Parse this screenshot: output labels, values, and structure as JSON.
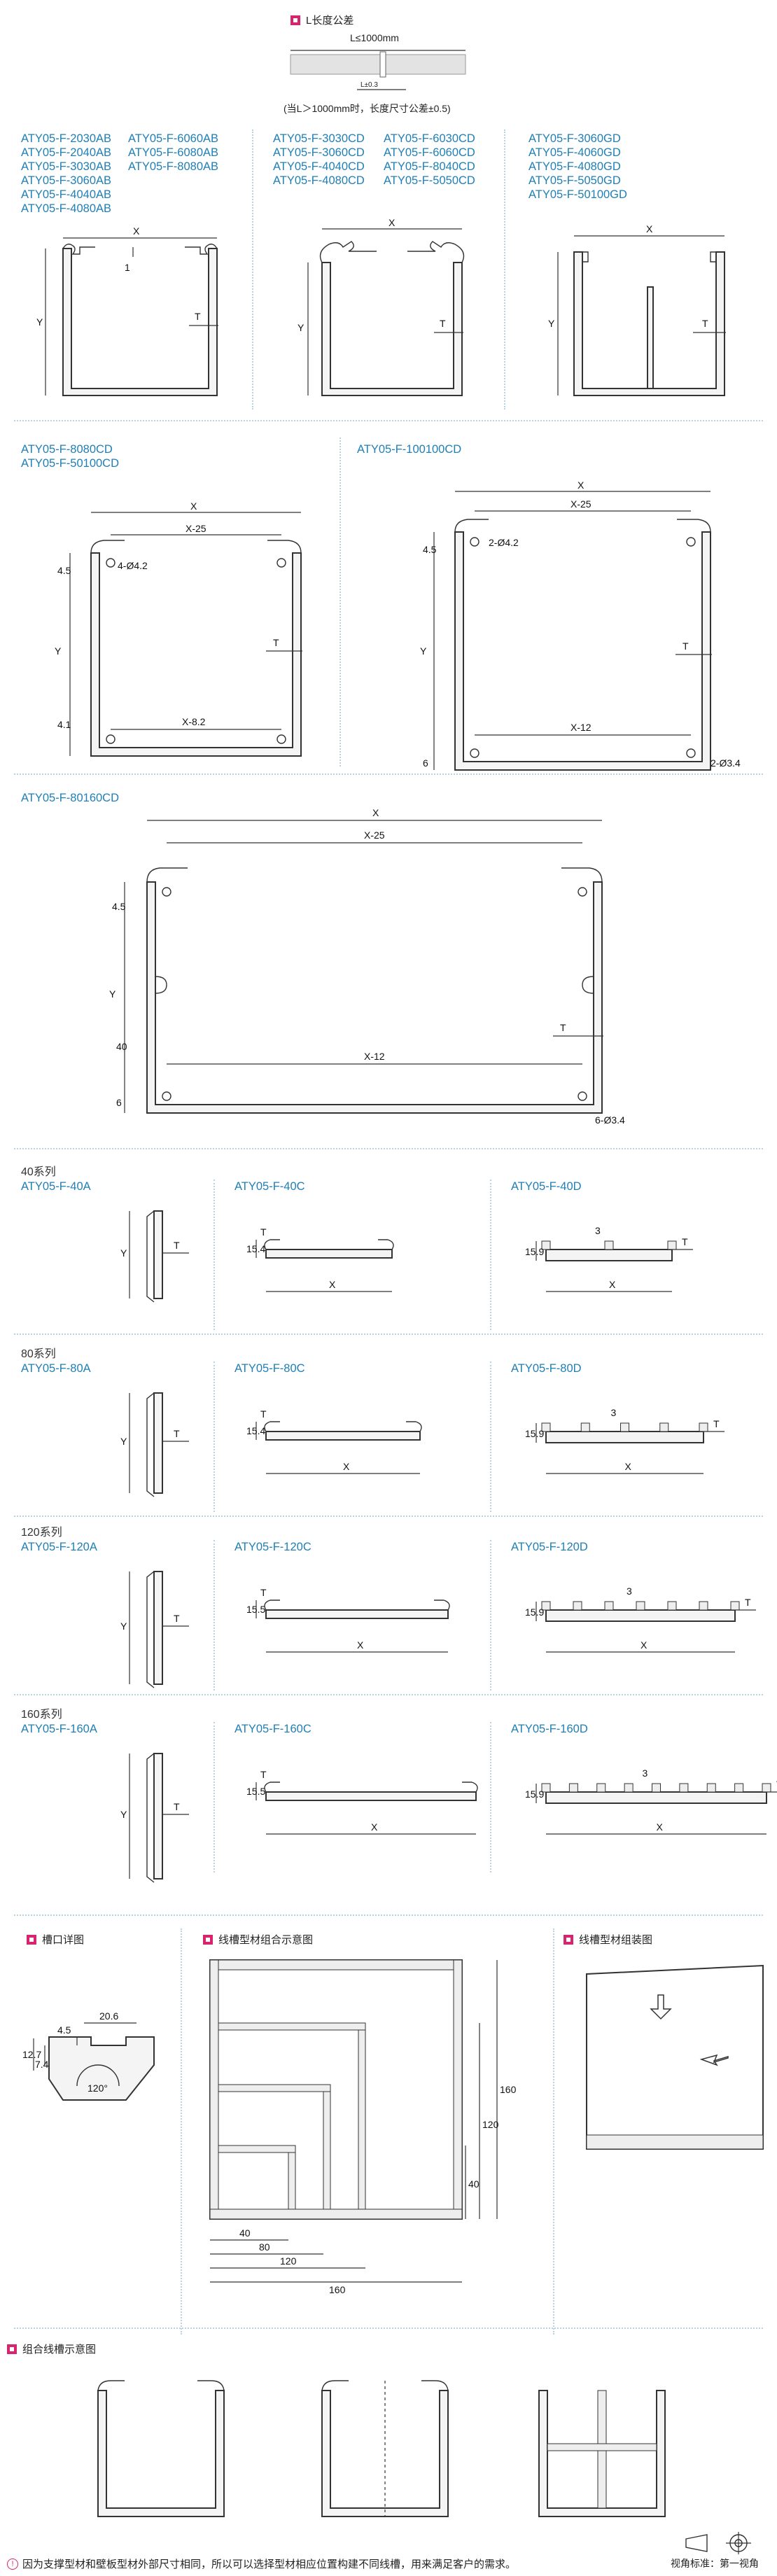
{
  "tolerance": {
    "title": "L长度公差",
    "top_label": "L≤1000mm",
    "bottom_label": "L±0.3",
    "note": "(当L＞1000mm时，长度尺寸公差±0.5)"
  },
  "groups": {
    "ab_col1": "ATY05-F-2030AB\nATY05-F-2040AB\nATY05-F-3030AB\nATY05-F-3060AB\nATY05-F-4040AB\nATY05-F-4080AB",
    "ab_col2": "ATY05-F-6060AB\nATY05-F-6080AB\nATY05-F-8080AB",
    "cd_col1": "ATY05-F-3030CD\nATY05-F-3060CD\nATY05-F-4040CD\nATY05-F-4080CD",
    "cd_col2": "ATY05-F-6030CD\nATY05-F-6060CD\nATY05-F-8040CD\nATY05-F-5050CD",
    "gd_col": "ATY05-F-3060GD\nATY05-F-4060GD\nATY05-F-4080GD\nATY05-F-5050GD\nATY05-F-50100GD",
    "cd80": "ATY05-F-8080CD\nATY05-F-50100CD",
    "cd100": "ATY05-F-100100CD",
    "cd160": "ATY05-F-80160CD"
  },
  "dims": {
    "x": "X",
    "y": "Y",
    "t": "T",
    "one": "1",
    "x25": "X-25",
    "x82": "X-8.2",
    "x12": "X-12",
    "h45": "4.5",
    "h41": "4.1",
    "h40": "40",
    "h6": "6",
    "hole4": "4-Ø4.2",
    "hole2": "2-Ø4.2",
    "hole23": "2-Ø3.4",
    "hole6": "6-Ø3.4",
    "d154": "15.4",
    "d159": "15.9",
    "d155": "15.5",
    "d3": "3"
  },
  "series": [
    {
      "title": "40系列",
      "a": "ATY05-F-40A",
      "c": "ATY05-F-40C",
      "d": "ATY05-F-40D"
    },
    {
      "title": "80系列",
      "a": "ATY05-F-80A",
      "c": "ATY05-F-80C",
      "d": "ATY05-F-80D"
    },
    {
      "title": "120系列",
      "a": "ATY05-F-120A",
      "c": "ATY05-F-120C",
      "d": "ATY05-F-120D"
    },
    {
      "title": "160系列",
      "a": "ATY05-F-160A",
      "c": "ATY05-F-160C",
      "d": "ATY05-F-160D"
    }
  ],
  "details": {
    "slot_title": "槽口详图",
    "combo_title": "线槽型材组合示意图",
    "assembly_title": "线槽型材组装图",
    "d206": "20.6",
    "d45": "4.5",
    "d127": "12.7",
    "d74": "7.4",
    "d120": "120°",
    "d40": "40",
    "d80": "80",
    "d120n": "120",
    "d160": "160"
  },
  "combined": {
    "title": "组合线槽示意图"
  },
  "footer": {
    "note_icon": "!",
    "note": "因为支撑型材和壁板型材外部尺寸相同，所以可以选择型材相应位置构建不同线槽，用来满足客户的需求。",
    "view_label": "视角标准：第一视角"
  }
}
